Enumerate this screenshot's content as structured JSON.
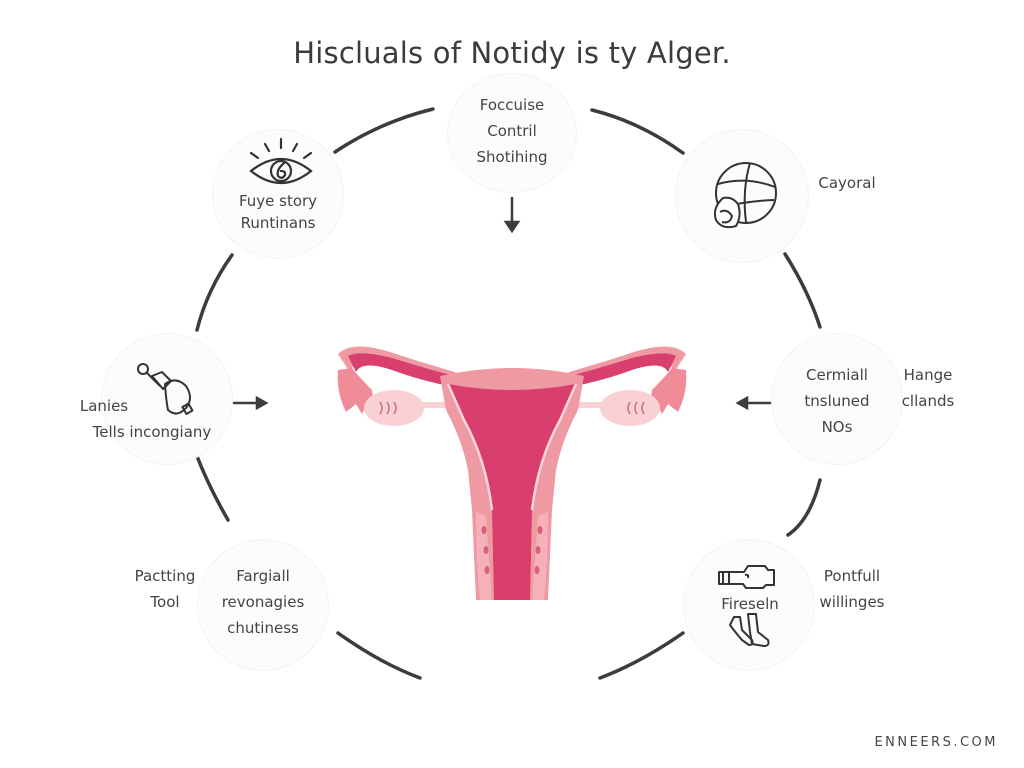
{
  "title": "Hiscluals of  Notidy is ty Alger.",
  "center": {
    "illustration": "uterus-diagram",
    "colors": {
      "dark": "#d83f6e",
      "light": "#ef9aa3",
      "pale": "#f9cdd0"
    }
  },
  "nodes": {
    "top": {
      "icon": "none",
      "lines": [
        "Foccuise",
        "Contril",
        "Shotihing"
      ]
    },
    "top_left": {
      "icon": "eye-icon",
      "lines": [
        "Fuye story",
        "Runtinans"
      ]
    },
    "top_right": {
      "icon": "globe-icon",
      "side_label": "Cayoral"
    },
    "left": {
      "icon": "tool-icon",
      "side_label": "Lanies",
      "lines": [
        "Tells incongiany"
      ]
    },
    "right": {
      "icon": "none",
      "lines": [
        "Cermiall",
        "tnsluned",
        "NOs"
      ],
      "side_lines": [
        "Hange",
        "cllands"
      ]
    },
    "bottom_left": {
      "icon": "none",
      "side_lines": [
        "Pactting",
        "Tool"
      ],
      "lines": [
        "Fargiall",
        "revonagies",
        "chutiness"
      ]
    },
    "bottom_right": {
      "icon": "bottle-icon",
      "lines": [
        "Fireseln"
      ],
      "icon2": "socks-icon",
      "side_lines": [
        "Pontfull",
        "willinges"
      ]
    }
  },
  "arrows": [
    "down",
    "right",
    "left"
  ],
  "footer": "ENNEERS.COM",
  "colors": {
    "ring": "#3c3c3c",
    "text": "#444444"
  }
}
